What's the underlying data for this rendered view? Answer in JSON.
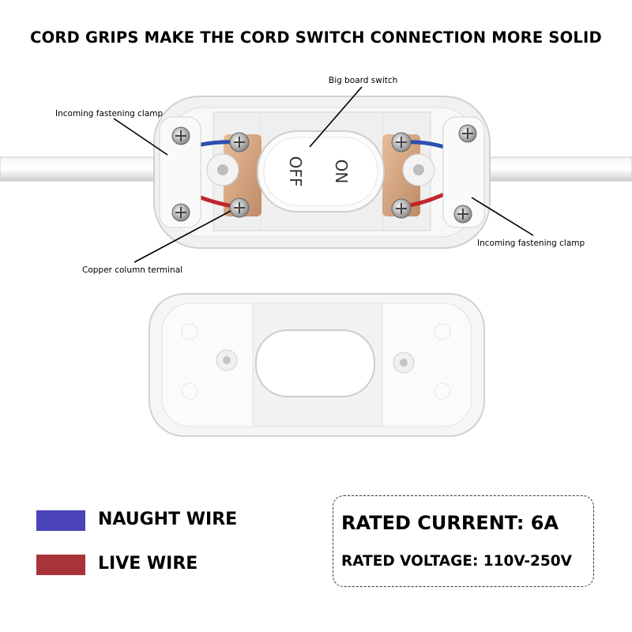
{
  "headline": "CORD GRIPS MAKE THE CORD SWITCH CONNECTION MORE SOLID",
  "callouts": {
    "big_board_switch": "Big board switch",
    "clamp_left": "Incoming fastening clamp",
    "clamp_right": "Incoming fastening clamp",
    "copper_terminal": "Copper column terminal"
  },
  "switch_labels": {
    "on": "ON",
    "off": "OFF"
  },
  "legend": [
    {
      "label": "NAUGHT WIRE",
      "color": "#4a43b8"
    },
    {
      "label": "LIVE WIRE",
      "color": "#a8343a"
    }
  ],
  "ratings": {
    "current": "RATED CURRENT: 6A",
    "voltage": "RATED VOLTAGE: 110V-250V"
  }
}
